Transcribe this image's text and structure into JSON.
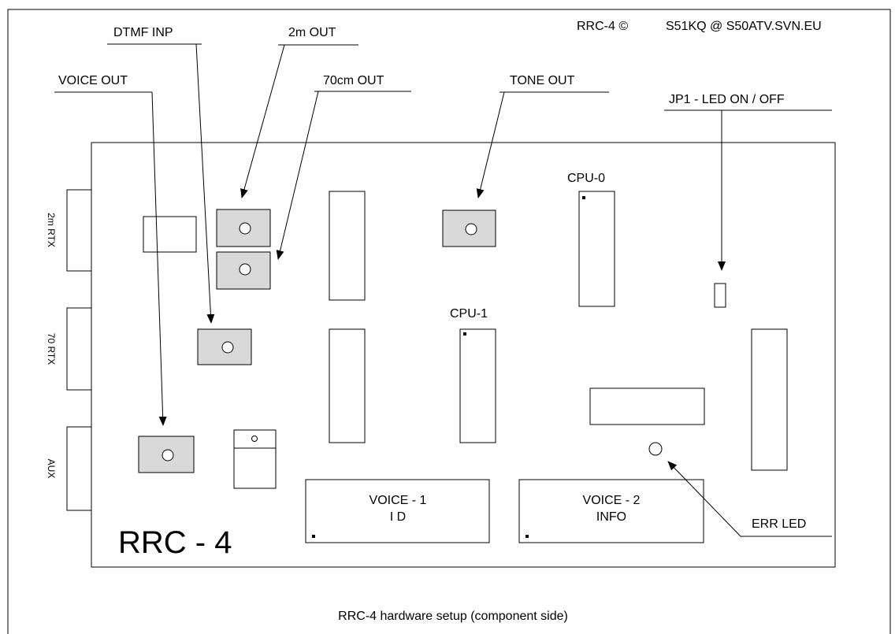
{
  "header": {
    "title": "RRC-4 ©",
    "author": "S51KQ @ S50ATV.SVN.EU"
  },
  "connectors": {
    "rtx2m": "2m RTX",
    "rtx70": "70 RTX",
    "aux": "AUX"
  },
  "labels": {
    "dtmf_inp": "DTMF INP",
    "out_2m": "2m OUT",
    "voice_out": "VOICE OUT",
    "out_70cm": "70cm OUT",
    "tone_out": "TONE OUT",
    "jp1": "JP1 - LED ON / OFF",
    "cpu0": "CPU-0",
    "cpu1": "CPU-1",
    "err_led": "ERR LED"
  },
  "voice_modules": {
    "v1_line1": "VOICE - 1",
    "v1_line2": "I D",
    "v2_line1": "VOICE - 2",
    "v2_line2": "INFO"
  },
  "board_name": "RRC - 4",
  "caption": "RRC-4 hardware setup  (component side)"
}
